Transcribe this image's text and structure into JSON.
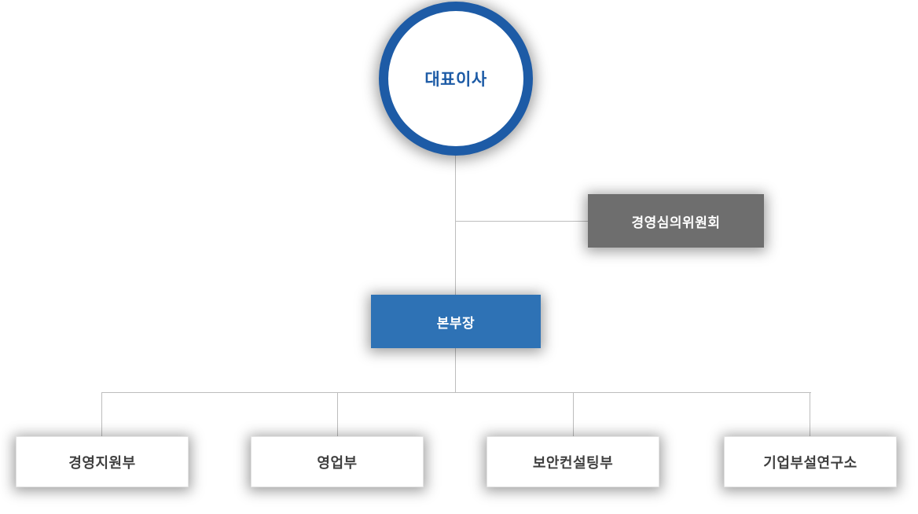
{
  "org_chart": {
    "title": "organization-chart",
    "root": {
      "label": "대표이사",
      "shape": "circle"
    },
    "committee": {
      "label": "경영심의위원회",
      "shape": "rect"
    },
    "manager": {
      "label": "본부장",
      "shape": "rect"
    },
    "departments": [
      {
        "label": "경영지원부"
      },
      {
        "label": "영업부"
      },
      {
        "label": "보안컨설팅부"
      },
      {
        "label": "기업부설연구소"
      }
    ]
  },
  "colors": {
    "primary_blue": "#1d5ba6",
    "manager_box_blue": "#2e72b5",
    "committee_gray": "#6e6e6e",
    "connector_line": "#bdbdbd",
    "department_text": "#3f3f3f",
    "background": "#ffffff"
  }
}
